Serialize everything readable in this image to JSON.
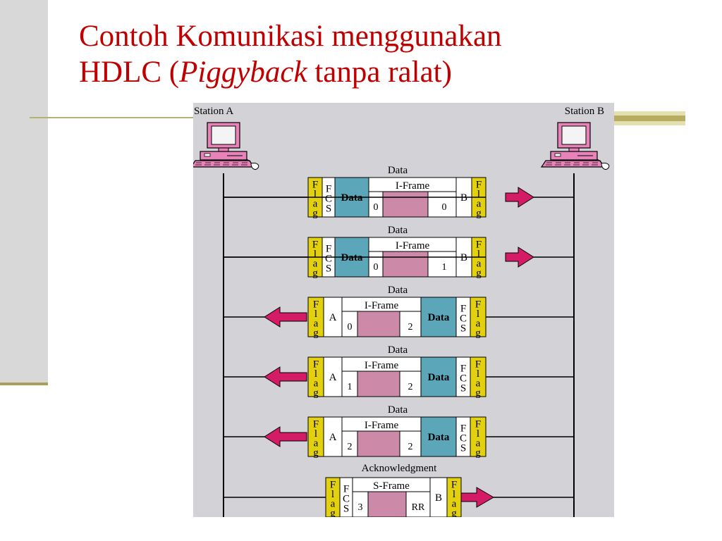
{
  "title": {
    "line1": "Contoh Komunikasi menggunakan",
    "line2_prefix": "HDLC (",
    "line2_italic": "Piggyback",
    "line2_suffix": " tanpa ralat)"
  },
  "stations": {
    "a": "Station A",
    "b": "Station B"
  },
  "colors": {
    "flag": "#e3d00e",
    "data": "#5ba6b9",
    "info": "#cc8aa8",
    "arrow": "#d41c66",
    "panel": "#d3d3d7",
    "computer": "#e783b9"
  },
  "frames": [
    {
      "caption": "Data",
      "direction": "right",
      "type_label": "I-Frame",
      "flag": "Flag",
      "fcs": "FCS",
      "data": "Data",
      "addr": "B",
      "ns": "0",
      "nr": "0"
    },
    {
      "caption": "Data",
      "direction": "right",
      "type_label": "I-Frame",
      "flag": "Flag",
      "fcs": "FCS",
      "data": "Data",
      "addr": "B",
      "ns": "0",
      "nr": "1"
    },
    {
      "caption": "Data",
      "direction": "left",
      "type_label": "I-Frame",
      "flag": "Flag",
      "fcs": "FCS",
      "data": "Data",
      "addr": "A",
      "ns": "0",
      "nr": "2"
    },
    {
      "caption": "Data",
      "direction": "left",
      "type_label": "I-Frame",
      "flag": "Flag",
      "fcs": "FCS",
      "data": "Data",
      "addr": "A",
      "ns": "1",
      "nr": "2"
    },
    {
      "caption": "Data",
      "direction": "left",
      "type_label": "I-Frame",
      "flag": "Flag",
      "fcs": "FCS",
      "data": "Data",
      "addr": "A",
      "ns": "2",
      "nr": "2"
    },
    {
      "caption": "Acknowledgment",
      "direction": "right",
      "type_label": "S-Frame",
      "flag": "Flag",
      "fcs": "FCS",
      "addr": "B",
      "nr": "3",
      "code": "RR"
    }
  ]
}
